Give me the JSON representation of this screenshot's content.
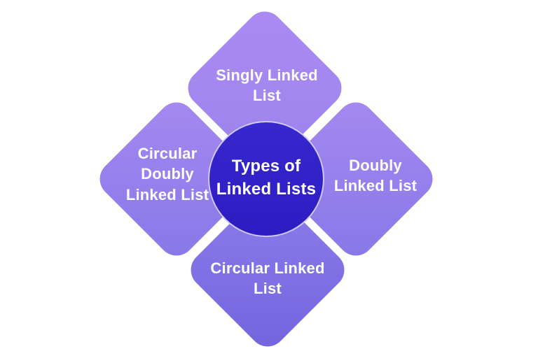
{
  "diagram": {
    "type": "radial-diamond-diagram",
    "center": {
      "label": "Types of\nLinked Lists"
    },
    "nodes": [
      {
        "position": "top",
        "label": "Singly Linked\nList"
      },
      {
        "position": "left",
        "label": "Circular\nDoubly\nLinked List"
      },
      {
        "position": "right",
        "label": "Doubly\nLinked List"
      },
      {
        "position": "bottom",
        "label": "Circular Linked\nList"
      }
    ],
    "colors": {
      "background": "#ffffff",
      "node_gradient_top": "#ab8af3",
      "node_gradient_bottom": "#7264de",
      "center_fill": "#3222c6",
      "center_ring": "#d0c9f3",
      "text": "#ffffff"
    }
  }
}
